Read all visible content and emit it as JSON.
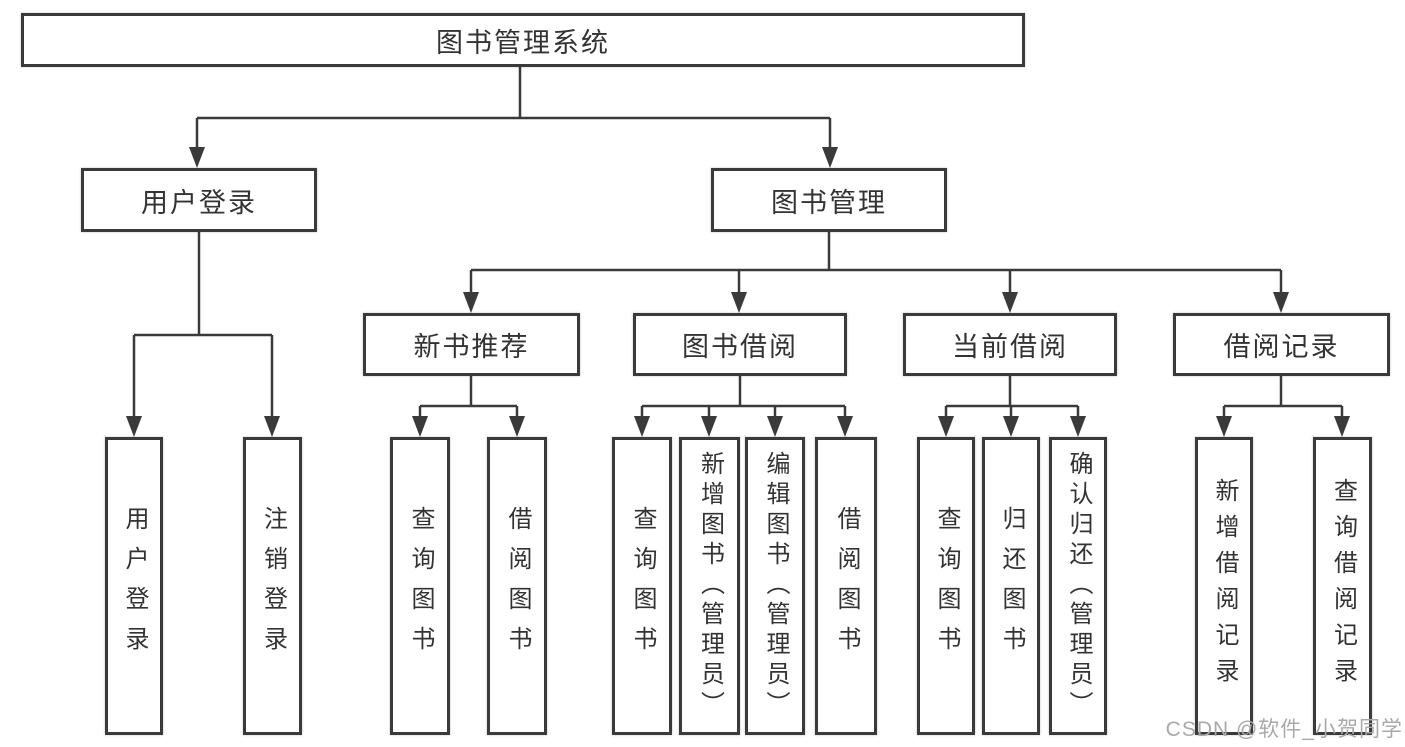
{
  "tree": {
    "label": "图书管理系统",
    "children": [
      {
        "label": "用户登录",
        "children": [
          {
            "label": "用户登录"
          },
          {
            "label": "注销登录"
          }
        ]
      },
      {
        "label": "图书管理",
        "children": [
          {
            "label": "新书推荐",
            "children": [
              {
                "label": "查询图书"
              },
              {
                "label": "借阅图书"
              }
            ]
          },
          {
            "label": "图书借阅",
            "children": [
              {
                "label": "查询图书"
              },
              {
                "label": "新增图书（管理员）"
              },
              {
                "label": "编辑图书（管理员）"
              },
              {
                "label": "借阅图书"
              }
            ]
          },
          {
            "label": "当前借阅",
            "children": [
              {
                "label": "查询图书"
              },
              {
                "label": "归还图书"
              },
              {
                "label": "确认归还（管理员）"
              }
            ]
          },
          {
            "label": "借阅记录",
            "children": [
              {
                "label": "新增借阅记录"
              },
              {
                "label": "查询借阅记录"
              }
            ]
          }
        ]
      }
    ]
  },
  "watermark": {
    "text": "CSDN @软件_小贺同学"
  },
  "colors": {
    "line": "#3a3a3a",
    "text": "#333333",
    "box_background": "#ffffff",
    "watermark": "#a9a9a9"
  }
}
